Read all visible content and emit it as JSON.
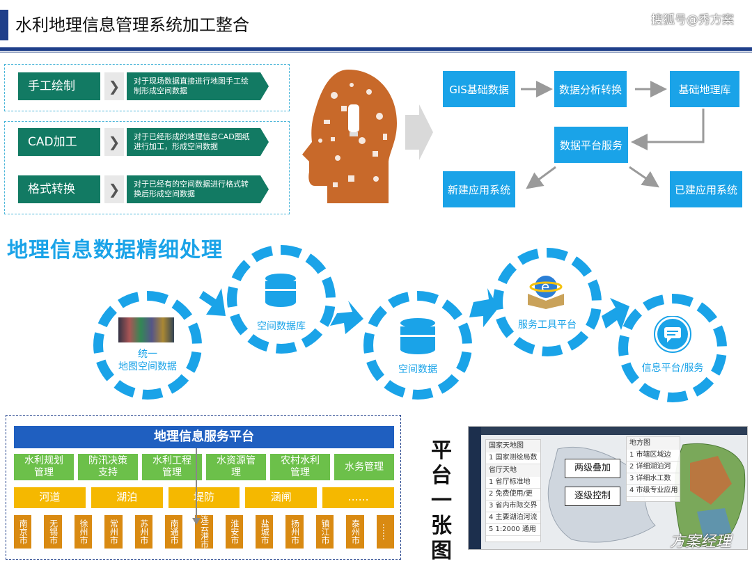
{
  "header": {
    "title": "水利地理信息管理系统加工整合",
    "watermark": "搜狐号@秀方案"
  },
  "methods": [
    {
      "label": "手工绘制",
      "desc": "对于现场数据直接进行地图手工绘制形成空间数据"
    },
    {
      "label": "CAD加工",
      "desc": "对于已经形成的地理信息CAD图纸进行加工，形成空间数据"
    },
    {
      "label": "格式转换",
      "desc": "对于已经有的空间数据进行格式转换后形成空间数据"
    }
  ],
  "flow": {
    "gis": "GIS基础数据",
    "analysis": "数据分析转换",
    "base_db": "基础地理库",
    "service": "数据平台服务",
    "new_app": "新建应用系统",
    "existing_app": "已建应用系统"
  },
  "section": {
    "title": "地理信息数据精细处理"
  },
  "steps": [
    {
      "label": "统一\n地图空间数据"
    },
    {
      "label": "空间数据库"
    },
    {
      "label": "空间数据"
    },
    {
      "label": "服务工具平台"
    },
    {
      "label": "信息平台/服务"
    }
  ],
  "platform": {
    "title": "地理信息服务平台",
    "row1": [
      "水利规划\n管理",
      "防汛决策\n支持",
      "水利工程\n管理",
      "水资源管\n理",
      "农村水利\n管理",
      "水务管理"
    ],
    "row2": [
      "河道",
      "湖泊",
      "堤防",
      "涵闸",
      "……"
    ],
    "row3": [
      "南京市",
      "无锡市",
      "徐州市",
      "常州市",
      "苏州市",
      "南通市",
      "连云港市",
      "淮安市",
      "盐城市",
      "扬州市",
      "镇江市",
      "泰州市",
      "……"
    ]
  },
  "side_title": "平台一张图",
  "screenshot": {
    "panel_left": {
      "head1": "国家天地图",
      "rows1": [
        "1 国家测绘局数"
      ],
      "head2": "省厅天地",
      "rows2": [
        "1 省厅标准地",
        "2 免费使用/更",
        "3 省内市际交界",
        "4 主要湖泊河流",
        "5 1:2000 通用"
      ]
    },
    "panel_right": {
      "head": "地方图",
      "rows": [
        "1 市辖区域边",
        "2 详细湖泊河",
        "3 详细水工数",
        "4 市级专业应用"
      ]
    },
    "controls": [
      "两级叠加",
      "逐级控制"
    ]
  },
  "footer_watermark": "方案经理"
}
